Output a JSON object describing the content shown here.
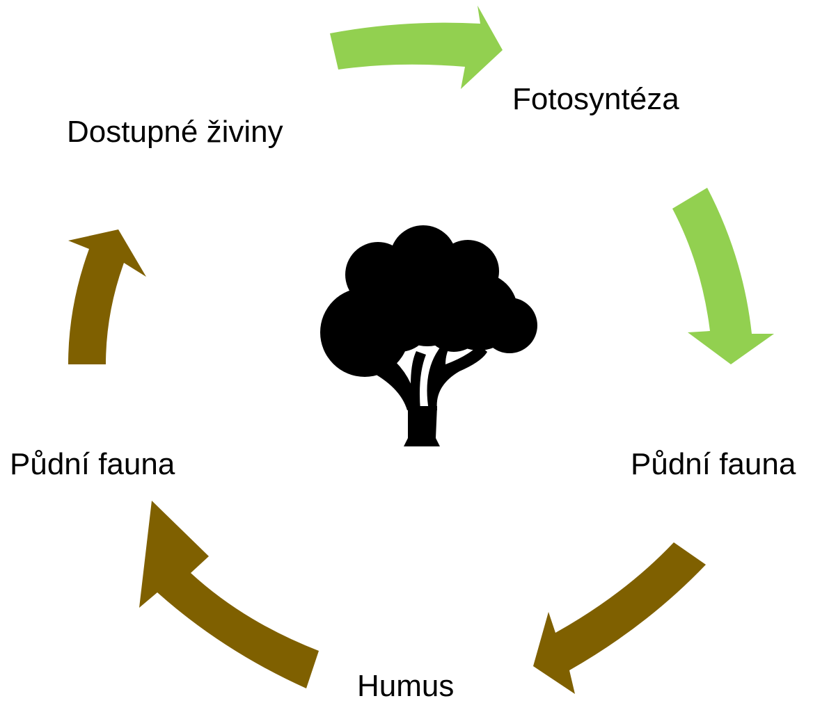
{
  "diagram": {
    "nodes": {
      "fotosynteza": "Fotosyntéza",
      "dostupne_ziviny": "Dostupné živiny",
      "pudni_fauna_right": "Půdní fauna",
      "pudni_fauna_left": "Půdní fauna",
      "humus": "Humus"
    },
    "center_icon": "tree-icon",
    "colors": {
      "green_arrow": "#92d050",
      "brown_arrow": "#7f6000",
      "text": "#000000",
      "icon": "#000000"
    }
  }
}
